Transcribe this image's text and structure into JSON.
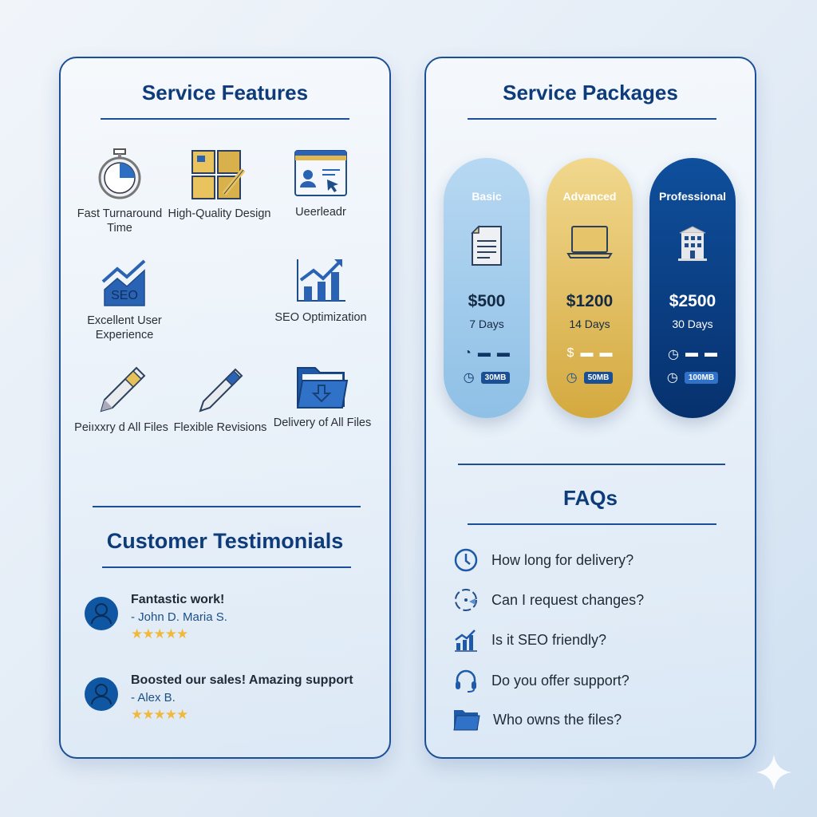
{
  "features": {
    "title": "Service Features",
    "items": [
      {
        "label": "Fast Turnaround Time",
        "icon": "stopwatch-icon"
      },
      {
        "label": "High-Quality Design",
        "icon": "design-palette-icon"
      },
      {
        "label": "Ueerleadr",
        "icon": "user-browser-icon"
      },
      {
        "label": "Excellent User Experience",
        "icon": "seo-chart-icon"
      },
      {
        "label": "SEO Optimization",
        "icon": "growth-chart-icon"
      },
      {
        "label": "Peiıxxry d All Files",
        "icon": "pen-icon"
      },
      {
        "label": "Flexible Revisions",
        "icon": "pen-icon"
      },
      {
        "label": "Delivery of All Files",
        "icon": "folder-download-icon"
      }
    ]
  },
  "testimonials": {
    "title": "Customer Testimonials",
    "items": [
      {
        "quote": "Fantastic work!",
        "author": "- John D. Maria S.",
        "stars": "★★★★★",
        "rating": 5
      },
      {
        "quote": "Boosted our sales! Amazing support",
        "author": "- Alex B.",
        "stars": "★★★★★",
        "rating": 5
      }
    ]
  },
  "packages": {
    "title": "Service Packages",
    "items": [
      {
        "name": "Basic",
        "price": "$500",
        "days": "7 Days",
        "size": "30MB",
        "color": "#a9d0ee"
      },
      {
        "name": "Advanced",
        "price": "$1200",
        "days": "14 Days",
        "size": "50MB",
        "color": "#e6c266"
      },
      {
        "name": "Professional",
        "price": "$2500",
        "days": "30 Days",
        "size": "100MB",
        "color": "#0e4288"
      }
    ]
  },
  "faqs": {
    "title": "FAQs",
    "items": [
      {
        "q": "How long for delivery?",
        "icon": "clock-icon"
      },
      {
        "q": "Can I request changes?",
        "icon": "revision-cycle-icon"
      },
      {
        "q": "Is it SEO friendly?",
        "icon": "chart-icon"
      },
      {
        "q": "Do you offer support?",
        "icon": "headset-icon"
      },
      {
        "q": "Who owns the files?",
        "icon": "folder-icon"
      }
    ]
  }
}
